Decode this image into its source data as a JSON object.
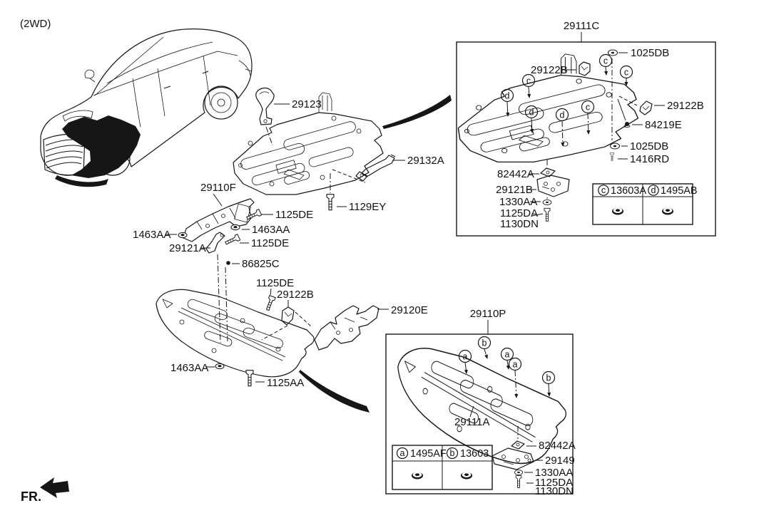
{
  "meta": {
    "drive_label": "(2WD)",
    "fr_label": "FR."
  },
  "parts": {
    "p29123": "29123",
    "p29132A": "29132A",
    "p1129EY": "1129EY",
    "p29110F": "29110F",
    "p1125DE": "1125DE",
    "p1463AA": "1463AA",
    "p29121A": "29121A",
    "p86825C": "86825C",
    "p29122B": "29122B",
    "p29120E": "29120E",
    "p1125AA": "1125AA"
  },
  "box1": {
    "title": "29111C",
    "p1025DB": "1025DB",
    "p29122B": "29122B",
    "p84219E": "84219E",
    "p1416RD": "1416RD",
    "p82442A": "82442A",
    "p29121B": "29121B",
    "p1330AA": "1330AA",
    "p1125DA": "1125DA",
    "p1130DN": "1130DN",
    "callout_c": "c",
    "callout_d": "d",
    "legend": {
      "c_label": "13603A",
      "d_label": "1495AB"
    }
  },
  "box2": {
    "title": "29110P",
    "p29111A": "29111A",
    "p82442A": "82442A",
    "p29149": "29149",
    "p1330AA": "1330AA",
    "p1125DA": "1125DA",
    "p1130DN": "1130DN",
    "callout_a": "a",
    "callout_b": "b",
    "legend": {
      "a_label": "1495AF",
      "b_label": "13603"
    }
  }
}
